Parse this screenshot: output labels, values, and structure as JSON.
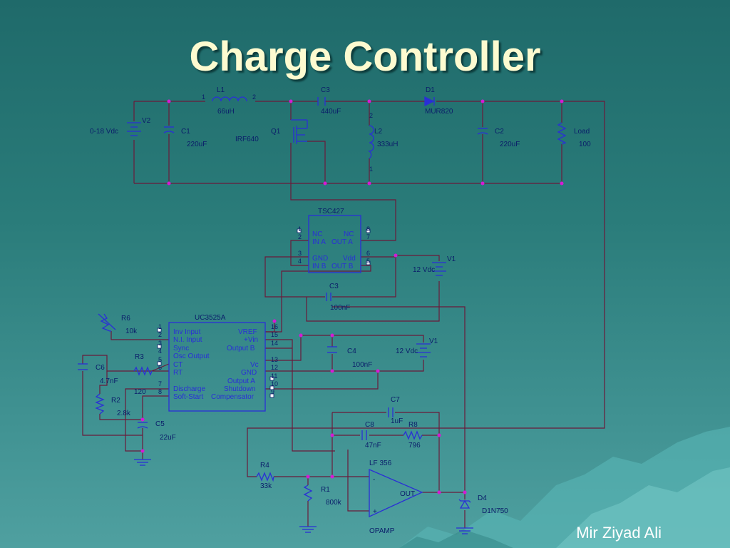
{
  "slide": {
    "title": "Charge Controller",
    "author": "Mir Ziyad Ali"
  },
  "components": {
    "L1": {
      "ref": "L1",
      "value": "66uH",
      "pin1": "1",
      "pin2": "2"
    },
    "C3_top": {
      "ref": "C3",
      "value": "440uF"
    },
    "D1": {
      "ref": "D1",
      "value": "MUR820"
    },
    "V2": {
      "ref": "V2",
      "value": "0-18 Vdc"
    },
    "C1": {
      "ref": "C1",
      "value": "220uF"
    },
    "Q1": {
      "ref": "Q1",
      "value": "IRF640"
    },
    "L2": {
      "ref": "L2",
      "value": "333uH",
      "pin1": "1",
      "pin2": "2"
    },
    "C2": {
      "ref": "C2",
      "value": "220uF"
    },
    "Load": {
      "ref": "Load",
      "value": "100"
    },
    "TSC427": {
      "ref": "TSC427",
      "left_pins": [
        {
          "num": "1",
          "name": "NC"
        },
        {
          "num": "2",
          "name": "IN A"
        },
        {
          "num": "3",
          "name": "GND"
        },
        {
          "num": "4",
          "name": "IN B"
        }
      ],
      "right_pins": [
        {
          "num": "8",
          "name": "NC"
        },
        {
          "num": "7",
          "name": "OUT A"
        },
        {
          "num": "6",
          "name": "Vdd"
        },
        {
          "num": "5",
          "name": "OUT B"
        }
      ]
    },
    "V1_top": {
      "ref": "V1",
      "value": "12 Vdc"
    },
    "C3_mid": {
      "ref": "C3",
      "value": "100nF"
    },
    "R6": {
      "ref": "R6",
      "value": "10k"
    },
    "UC3525A": {
      "ref": "UC3525A",
      "left_pins": [
        {
          "num": "1",
          "name": "Inv Input"
        },
        {
          "num": "2",
          "name": "N.I. Input"
        },
        {
          "num": "3",
          "name": "Sync"
        },
        {
          "num": "4",
          "name": "Osc Output"
        },
        {
          "num": "5",
          "name": "CT"
        },
        {
          "num": "6",
          "name": "RT"
        },
        {
          "num": "7",
          "name": "Discharge"
        },
        {
          "num": "8",
          "name": "Soft-Start"
        }
      ],
      "right_pins": [
        {
          "num": "16",
          "name": "VREF"
        },
        {
          "num": "15",
          "name": "+Vin"
        },
        {
          "num": "14",
          "name": "Output B"
        },
        {
          "num": "13",
          "name": "Vc"
        },
        {
          "num": "12",
          "name": "GND"
        },
        {
          "num": "11",
          "name": "Output A"
        },
        {
          "num": "10",
          "name": "Shutdown"
        },
        {
          "num": "9",
          "name": "Compensator"
        }
      ]
    },
    "C4": {
      "ref": "C4",
      "value": "100nF"
    },
    "V1_mid": {
      "ref": "V1",
      "value": "12 Vdc"
    },
    "R3": {
      "ref": "R3",
      "value": "120"
    },
    "C6": {
      "ref": "C6",
      "value": "4.7nF"
    },
    "R2": {
      "ref": "R2",
      "value": "2.8k"
    },
    "C5": {
      "ref": "C5",
      "value": "22uF"
    },
    "C7": {
      "ref": "C7",
      "value": "1uF"
    },
    "C8": {
      "ref": "C8",
      "value": "47nF"
    },
    "R8": {
      "ref": "R8",
      "value": "796"
    },
    "LF356": {
      "ref": "LF 356",
      "name": "OPAMP",
      "out": "OUT",
      "minus": "-",
      "plus": "+"
    },
    "R4": {
      "ref": "R4",
      "value": "33k"
    },
    "R1": {
      "ref": "R1",
      "value": "800k"
    },
    "D4": {
      "ref": "D4",
      "value": "D1N750"
    }
  },
  "colors": {
    "wire": "#6a1a3a",
    "component": "#2a2fd6",
    "junction": "#d61ad6",
    "text": "#0b1d6a"
  }
}
